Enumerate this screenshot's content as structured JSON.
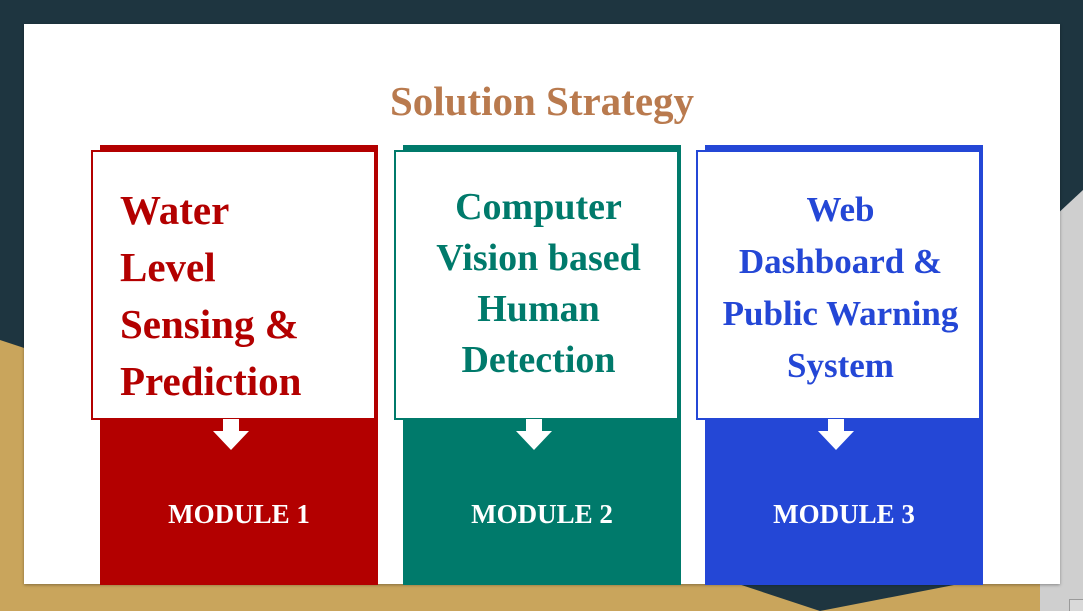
{
  "slide": {
    "title": "Solution Strategy",
    "title_color": "#b97a4e"
  },
  "theme": {
    "background_dark": "#1e3540",
    "background_gold": "#c9a55c"
  },
  "modules": [
    {
      "text": "Water\nLevel\nSensing   &\nPrediction",
      "label": "MODULE 1",
      "color": "#b30000"
    },
    {
      "text": "Computer\nVision based\nHuman\nDetection",
      "label": "MODULE 2",
      "color": "#007a6b"
    },
    {
      "text": "Web\nDashboard &\nPublic Warning\nSystem",
      "label": "MODULE 3",
      "color": "#2447d6"
    }
  ]
}
